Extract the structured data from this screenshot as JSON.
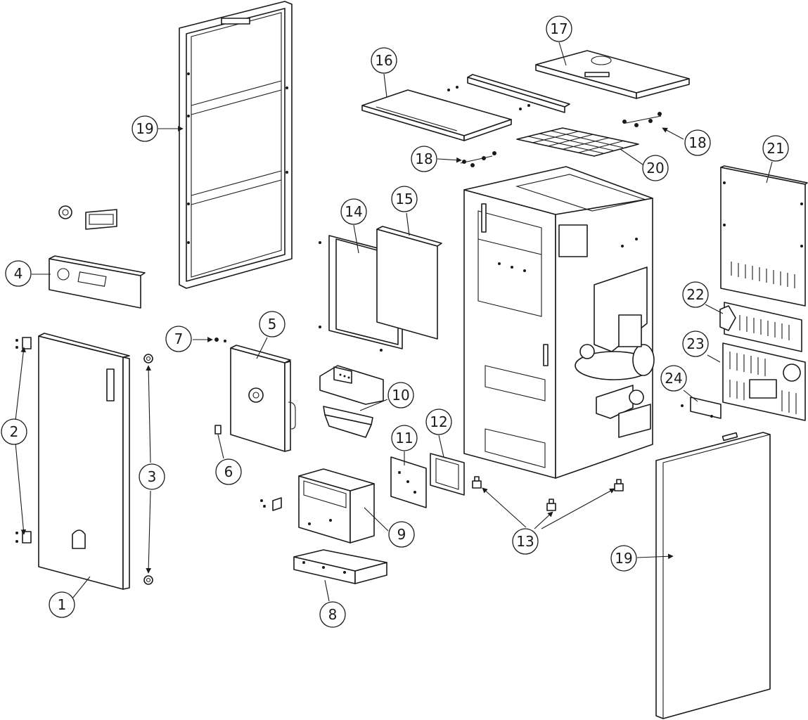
{
  "diagram": {
    "type": "exploded-parts-view",
    "line_color": "#1a1a1a",
    "background": "#ffffff",
    "callouts": [
      "1",
      "2",
      "3",
      "4",
      "5",
      "6",
      "7",
      "8",
      "9",
      "10",
      "11",
      "12",
      "13",
      "14",
      "15",
      "16",
      "17",
      "18",
      "18",
      "19",
      "19",
      "20",
      "21",
      "22",
      "23",
      "24"
    ]
  }
}
